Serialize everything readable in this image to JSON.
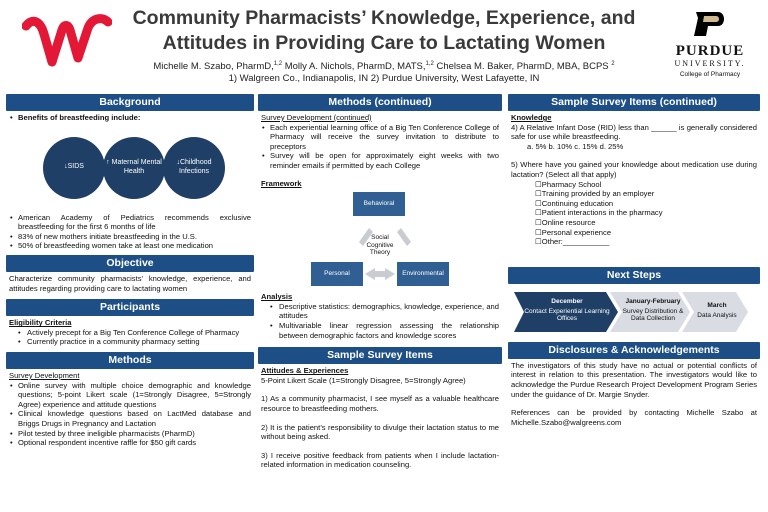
{
  "header": {
    "title_line1": "Community Pharmacists’ Knowledge, Experience, and",
    "title_line2": "Attitudes in Providing Care to Lactating Women",
    "authors_a": "Michelle M. Szabo, PharmD,",
    "authors_a_sup": "1,2",
    "authors_b": " Molly A. Nichols, PharmD, MATS,",
    "authors_b_sup": "1,2",
    "authors_c": " Chelsea M. Baker, PharmD, MBA, BCPS",
    "authors_c_sup": "2",
    "affiliations": "1) Walgreen Co., Indianapolis, IN 2) Purdue University,  West Lafayette, IN",
    "purdue_name": "PURDUE",
    "purdue_univ": "UNIVERSITY.",
    "purdue_college": "College of Pharmacy"
  },
  "background": {
    "heading": "Background",
    "intro": "Benefits of breastfeeding include:",
    "circles": [
      "↓SIDS",
      "↑ Maternal Mental Health",
      "↓Childhood Infections"
    ],
    "bullets": [
      "American Academy of Pediatrics recommends exclusive breastfeeding for the first 6 months of life",
      "83% of new mothers initiate breastfeeding in the U.S.",
      "50% of breastfeeding women take at least one medication"
    ]
  },
  "objective": {
    "heading": "Objective",
    "text": "Characterize community pharmacists’ knowledge, experience, and attitudes regarding providing care to lactating women"
  },
  "participants": {
    "heading": "Participants",
    "sub": "Eligibility Criteria",
    "bullets": [
      "Actively precept for a Big Ten Conference College of Pharmacy",
      "Currently practice in a community pharmacy setting"
    ]
  },
  "methods": {
    "heading": "Methods",
    "sub": "Survey Development",
    "bullets": [
      "Online survey with multiple choice demographic and knowledge questions; 5-point Likert scale (1=Strongly Disagree, 5=Strongly Agree) experience and attitude questions",
      "Clinical knowledge questions based on LactMed database and Briggs Drugs in Pregnancy and Lactation",
      "Pilot tested by three ineligible pharmacists (PharmD)",
      "Optional respondent incentive raffle for $50 gift cards"
    ]
  },
  "methods_cont": {
    "heading": "Methods (continued)",
    "sub": "Survey Development (continued)",
    "bullets": [
      "Each experiential learning office of a Big Ten Conference College of Pharmacy will receive the survey invitation to distribute to preceptors",
      "Survey will be open for approximately eight weeks with two reminder emails if permitted by each College"
    ],
    "framework_label": "Framework",
    "framework": {
      "top": "Behavioral",
      "left": "Personal",
      "right": "Environmental",
      "center": "Social Cognitive Theory"
    },
    "analysis_label": "Analysis",
    "analysis": [
      "Descriptive statistics: demographics, knowledge, experience, and attitudes",
      "Multivariable linear regression assessing the relationship between demographic factors and knowledge scores"
    ]
  },
  "sample_items": {
    "heading": "Sample Survey Items",
    "sub": "Attitudes & Experiences",
    "scale": "5-Point Likert Scale (1=Strongly Disagree, 5=Strongly Agree)",
    "items": [
      "1) As a community pharmacist, I see myself as a valuable healthcare resource to breastfeeding mothers.",
      "2) It is the patient’s responsibility to divulge their lactation status to me without being asked.",
      "3) I receive positive feedback from patients when I include lactation-related information in medication counseling."
    ]
  },
  "sample_items_cont": {
    "heading": "Sample Survey Items (continued)",
    "sub": "Knowledge",
    "q4": "4) A Relative Infant Dose (RID) less than ______ is generally considered safe for use while breastfeeding.",
    "q4_opts": "a. 5%  b. 10%  c. 15%  d. 25%",
    "q5": "5) Where have you gained your knowledge about medication use during lactation? (Select all that apply)",
    "q5_opts": [
      "☐Pharmacy School",
      "☐Training provided by an employer",
      "☐Continuing education",
      "☐Patient interactions in the pharmacy",
      "☐Online resource",
      "☐Personal experience",
      "☐Other:___________"
    ]
  },
  "next_steps": {
    "heading": "Next Steps",
    "steps": [
      {
        "title": "December",
        "desc": "Contact Experiential Learning Offices"
      },
      {
        "title": "January-February",
        "desc": "Survey Distribution & Data Collection"
      },
      {
        "title": "March",
        "desc": "Data Analysis"
      }
    ]
  },
  "disclosures": {
    "heading": "Disclosures & Acknowledgements",
    "text1": "The investigators of this study have no actual or potential conflicts of interest in relation to this presentation. The investigators would like to acknowledge the Purdue Research Project Development Program Series under the guidance of Dr. Margie Snyder.",
    "text2": "References can be provided by contacting Michelle Szabo at Michelle.Szabo@walgreens.com"
  },
  "colors": {
    "header_bar": "#1d4f86",
    "walgreens_red": "#e31837",
    "step_dark": "#1f3f66",
    "step_light": "#d9dde3"
  }
}
